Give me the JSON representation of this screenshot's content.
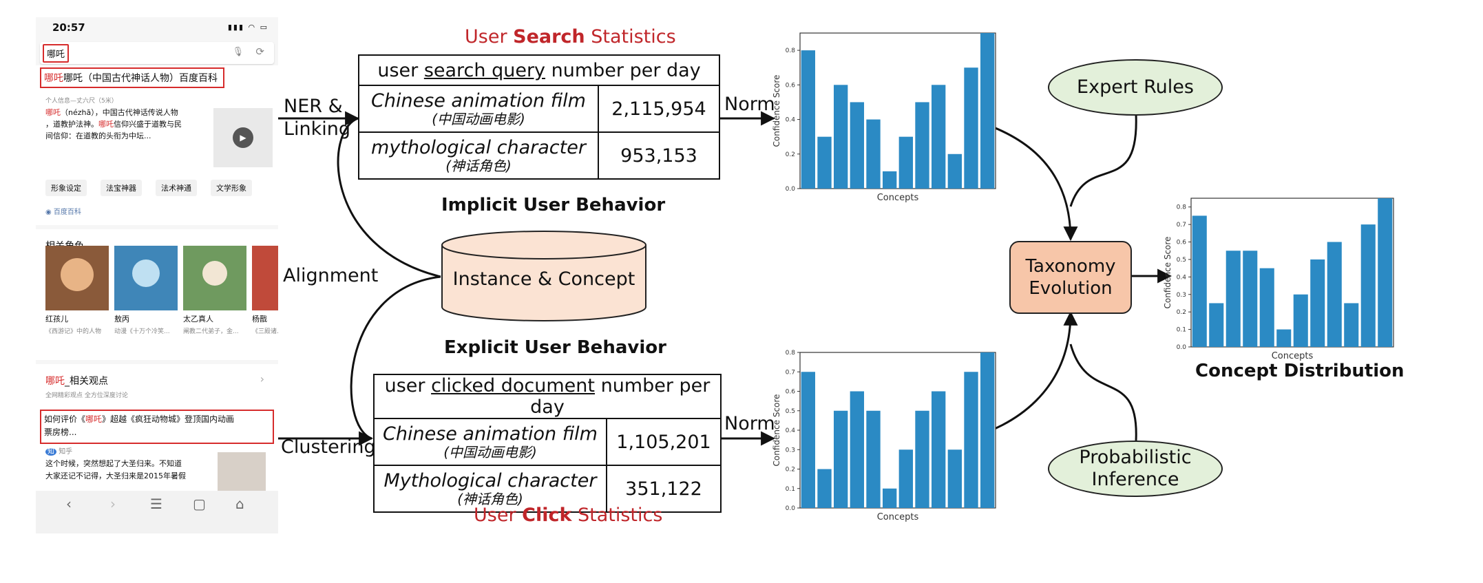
{
  "phone": {
    "time": "20:57",
    "status_icons": "▮▮▮ ◠ ▭",
    "query": "哪吒",
    "result_title": "哪吒（中国古代神话人物）百度百科",
    "result_title_red": "哪吒",
    "meta": "个人信息—丈六尺（5米）",
    "desc1_red": "哪吒",
    "desc1": "（nézhā），中国古代神话传说人物",
    "desc2": "，道教护法神。",
    "desc2_red": "哪吒",
    "desc2_tail": "信仰兴盛于道教与民",
    "desc3": "间信仰：在道教的头衔为中坛...",
    "tags": [
      "形象设定",
      "法宝神器",
      "法术神通",
      "文学形象"
    ],
    "source": "百度百科",
    "related_title": "相关角色",
    "roles": [
      {
        "name": "红孩儿",
        "sub": "《西游记》中的人物"
      },
      {
        "name": "敖丙",
        "sub": "动漫《十万个冷笑..."
      },
      {
        "name": "太乙真人",
        "sub": "阐教二代弟子，金..."
      },
      {
        "name": "杨戬",
        "sub": "《三殿诸..."
      }
    ],
    "views_title_red": "哪吒",
    "views_title": "_相关观点",
    "views_sub": "全网精彩观点 全方位深度讨论",
    "article_l1a": "如何评价《",
    "article_l1r": "哪吒",
    "article_l1b": "》超越《疯狂动物城》登顶国内动画",
    "article_l2": "票房榜...",
    "article_src": "知乎",
    "body1": "这个时候，突然想起了大圣归来。不知道",
    "body2": "大家还记不记得，大圣归来是2015年暑假",
    "nav": [
      "‹",
      "›",
      "☰",
      "▢",
      "⌂"
    ]
  },
  "arrows": {
    "ner": "NER &",
    "ner2": "Linking",
    "alignment": "Alignment",
    "clustering": "Clustering",
    "norm_top": "Norm",
    "norm_bottom": "Norm"
  },
  "search_stats": {
    "title_pre": "User ",
    "title_bold": "Search",
    "title_post": " Statistics",
    "header_pre": "user ",
    "header_u": "search query",
    "header_post": " number per day",
    "rows": [
      {
        "en": "Chinese animation film",
        "zh": "(中国动画电影)",
        "value": "2,115,954"
      },
      {
        "en": "mythological character",
        "zh": "(神话角色)",
        "value": "953,153"
      }
    ],
    "caption": "Implicit User Behavior"
  },
  "database": {
    "label": "Instance & Concept"
  },
  "click_stats": {
    "caption": "Explicit User Behavior",
    "header_pre": "user ",
    "header_u": "clicked document",
    "header_post": " number per day",
    "rows": [
      {
        "en": "Chinese animation film",
        "zh": "(中国动画电影)",
        "value": "1,105,201"
      },
      {
        "en": "Mythological character",
        "zh": "(神话角色)",
        "value": "351,122"
      }
    ],
    "title_pre": "User ",
    "title_bold": "Click",
    "title_post": " Statistics"
  },
  "nodes": {
    "expert_rules": "Expert Rules",
    "taxonomy1": "Taxonomy",
    "taxonomy2": "Evolution",
    "prob1": "Probabilistic",
    "prob2": "Inference",
    "concept_distribution": "Concept Distribution"
  },
  "chart_data": [
    {
      "type": "bar",
      "xlabel": "Concepts",
      "ylabel": "Confidence Score",
      "ylim": [
        0,
        0.9
      ],
      "yticks": [
        "0.0",
        "0.2",
        "0.4",
        "0.6",
        "0.8"
      ],
      "values": [
        0.8,
        0.3,
        0.6,
        0.5,
        0.4,
        0.1,
        0.3,
        0.5,
        0.6,
        0.2,
        0.7,
        0.9
      ],
      "color": "#2b8ac4"
    },
    {
      "type": "bar",
      "xlabel": "Concepts",
      "ylabel": "Confidence Score",
      "ylim": [
        0,
        0.8
      ],
      "yticks": [
        "0.0",
        "0.1",
        "0.2",
        "0.3",
        "0.4",
        "0.5",
        "0.6",
        "0.7",
        "0.8"
      ],
      "values": [
        0.7,
        0.2,
        0.5,
        0.6,
        0.5,
        0.1,
        0.3,
        0.5,
        0.6,
        0.3,
        0.7,
        0.8
      ],
      "color": "#2b8ac4"
    },
    {
      "type": "bar",
      "xlabel": "Concepts",
      "ylabel": "Confidence Score",
      "ylim": [
        0,
        0.85
      ],
      "yticks": [
        "0.0",
        "0.1",
        "0.2",
        "0.3",
        "0.4",
        "0.5",
        "0.6",
        "0.7",
        "0.8"
      ],
      "values": [
        0.75,
        0.25,
        0.55,
        0.55,
        0.45,
        0.1,
        0.3,
        0.5,
        0.6,
        0.25,
        0.7,
        0.85
      ],
      "color": "#2b8ac4"
    }
  ]
}
